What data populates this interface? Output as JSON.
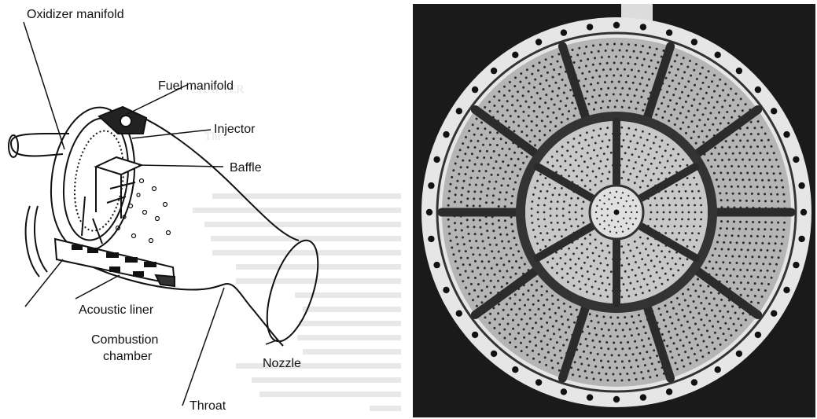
{
  "labels": {
    "oxidizer_manifold": "Oxidizer manifold",
    "fuel_manifold": "Fuel manifold",
    "injector": "Injector",
    "baffle": "Baffle",
    "acoustic_liner": "Acoustic liner",
    "combustion_chamber_line1": "Combustion",
    "combustion_chamber_line2": "chamber",
    "nozzle": "Nozzle",
    "throat": "Throat"
  },
  "colors": {
    "ink": "#111111",
    "photo_dark": "#1a1a1a",
    "photo_light": "#e6e6e6"
  }
}
